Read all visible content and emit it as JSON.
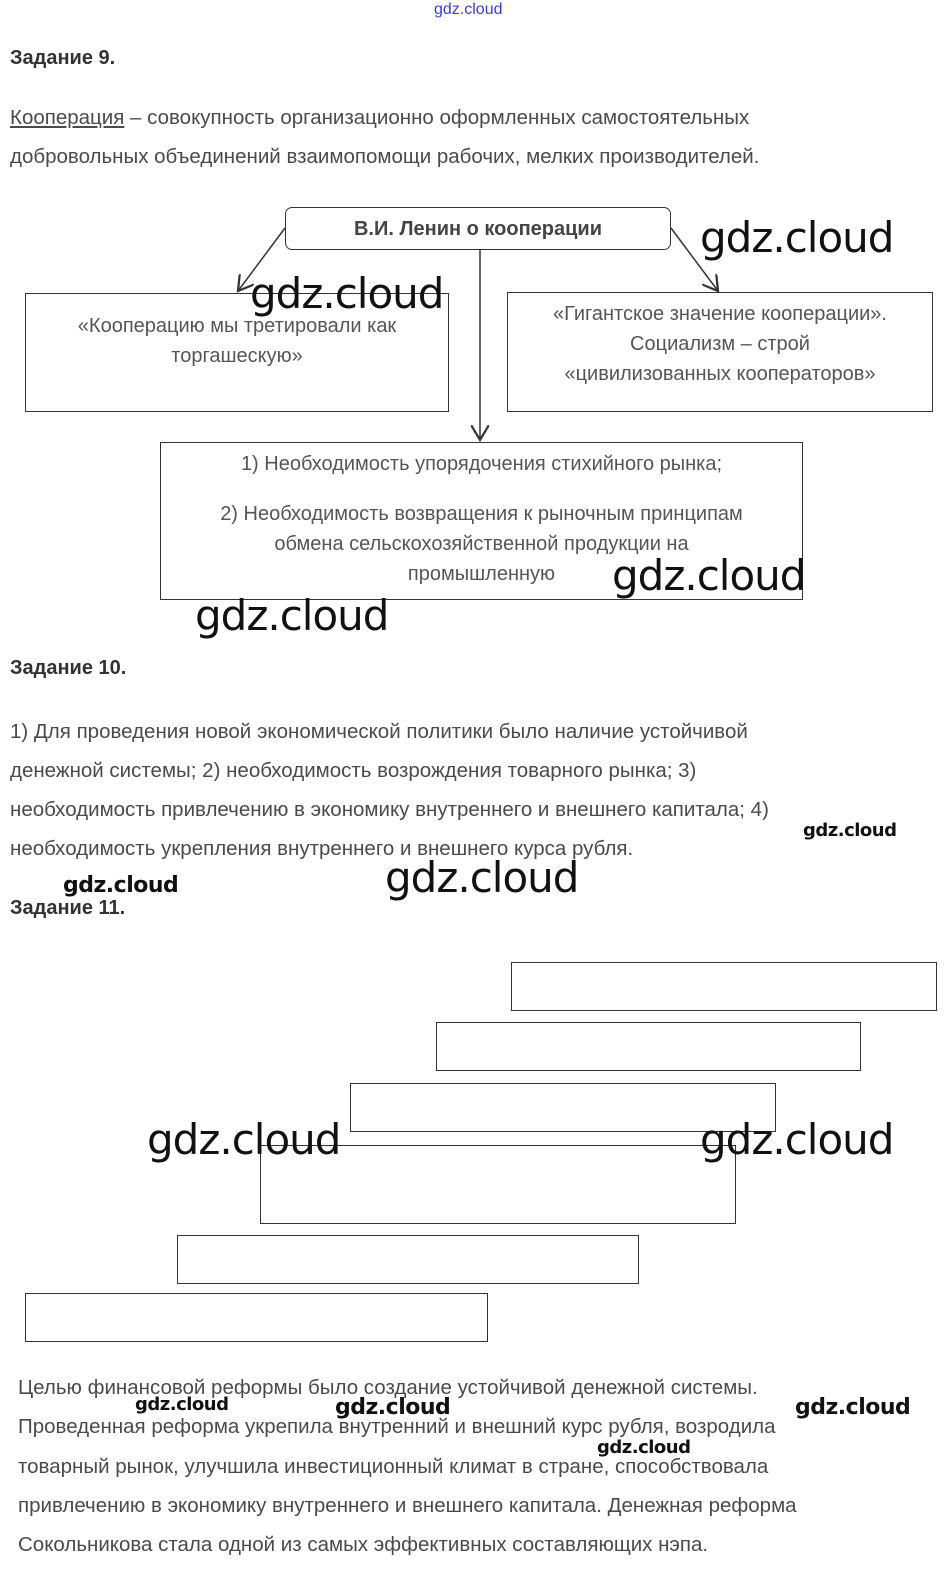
{
  "watermark": "gdz.cloud",
  "task9": {
    "heading": "Задание 9.",
    "term": "Кооперация",
    "definition_rest": " – совокупность организационно оформленных самостоятельных",
    "definition_line2": "добровольных объединений взаимопомощи рабочих, мелких производителей.",
    "diagram": {
      "title": "В.И. Ленин о кооперации",
      "left": [
        "«Кооперацию мы третировали как",
        "торгашескую»"
      ],
      "right": [
        "«Гигантское значение кооперации».",
        "Социализм – строй",
        "«цивилизованных кооператоров»"
      ],
      "bottom": [
        "1) Необходимость упорядочения стихийного рынка;",
        "2) Необходимость возвращения к рыночным принципам",
        "обмена сельскохозяйственной продукции на",
        "промышленную"
      ]
    }
  },
  "task10": {
    "heading": "Задание 10.",
    "lines": [
      "1) Для проведения новой экономической политики было наличие устойчивой",
      "денежной системы; 2) необходимость возрождения товарного рынка; 3)",
      "необходимость привлечению в экономику внутреннего и внешнего капитала; 4)",
      "необходимость укрепления внутреннего и внешнего курса рубля."
    ]
  },
  "task11": {
    "heading": "Задание 11.",
    "lines": [
      "Целью финансовой реформы было создание устойчивой денежной системы.",
      "Проведенная реформа укрепила внутренний и внешний курс рубля, возродила",
      "товарный рынок, улучшила инвестиционный климат в стране, способствовала",
      "привлечению в экономику внутреннего и внешнего капитала. Денежная реформа",
      "Сокольникова стала одной из самых эффективных составляющих нэпа."
    ]
  }
}
